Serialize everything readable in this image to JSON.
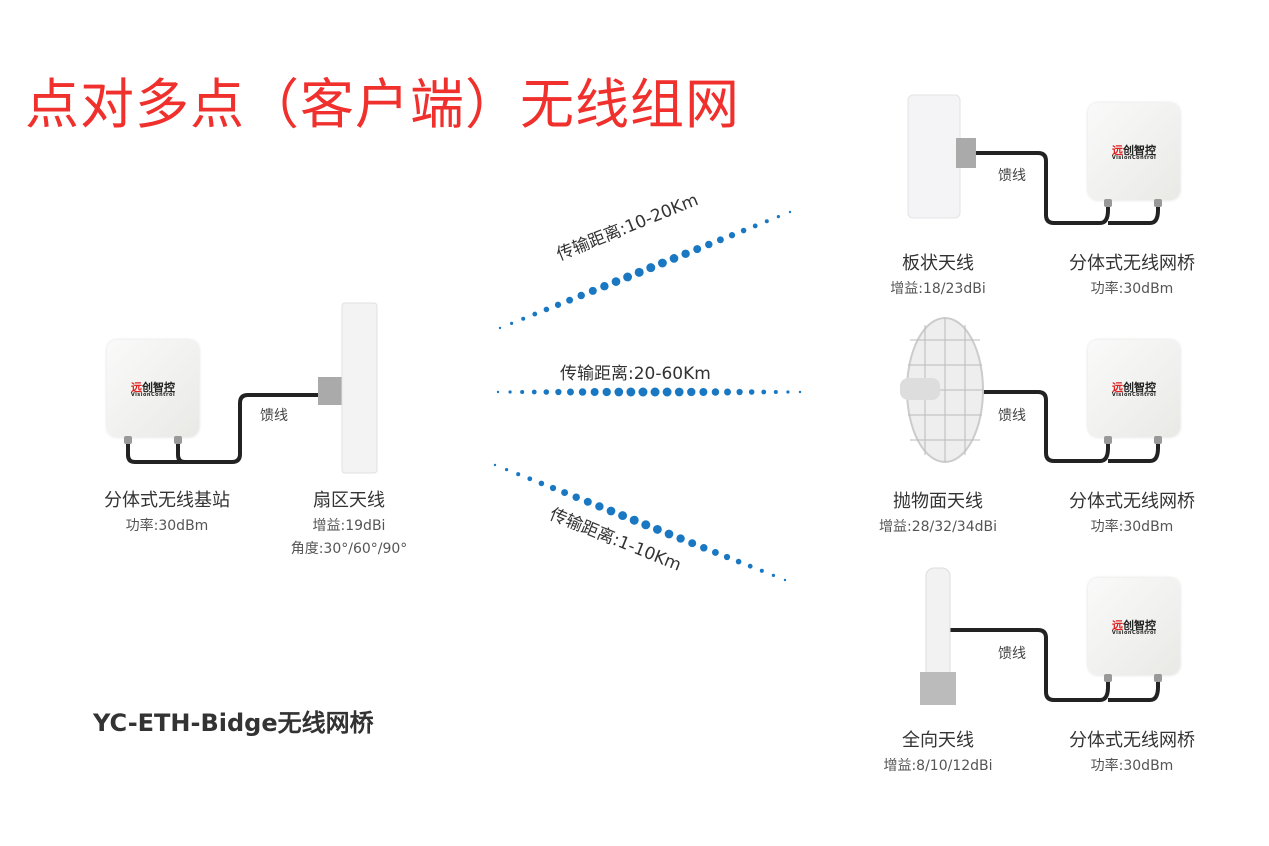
{
  "title": "点对多点（客户端）无线组网",
  "footer": "YC-ETH-Bidge无线网桥",
  "logo": {
    "cn_red": "远",
    "cn": "创智控",
    "en": "VisionControl"
  },
  "feeder_label": "馈线",
  "base": {
    "device": {
      "name": "分体式无线基站",
      "spec": "功率:30dBm"
    },
    "antenna": {
      "name": "扇区天线",
      "gain": "增益:19dBi",
      "angle": "角度:30°/60°/90°"
    }
  },
  "links": [
    {
      "distance": "传输距离:10-20Km"
    },
    {
      "distance": "传输距离:20-60Km"
    },
    {
      "distance": "传输距离:1-10Km"
    }
  ],
  "clients": [
    {
      "antenna": {
        "name": "板状天线",
        "gain": "增益:18/23dBi"
      },
      "device": {
        "name": "分体式无线网桥",
        "spec": "功率:30dBm"
      }
    },
    {
      "antenna": {
        "name": "抛物面天线",
        "gain": "增益:28/32/34dBi"
      },
      "device": {
        "name": "分体式无线网桥",
        "spec": "功率:30dBm"
      }
    },
    {
      "antenna": {
        "name": "全向天线",
        "gain": "增益:8/10/12dBi"
      },
      "device": {
        "name": "分体式无线网桥",
        "spec": "功率:30dBm"
      }
    }
  ],
  "colors": {
    "title": "#f0302c",
    "signal": "#1a78c2",
    "cable": "#222222"
  }
}
